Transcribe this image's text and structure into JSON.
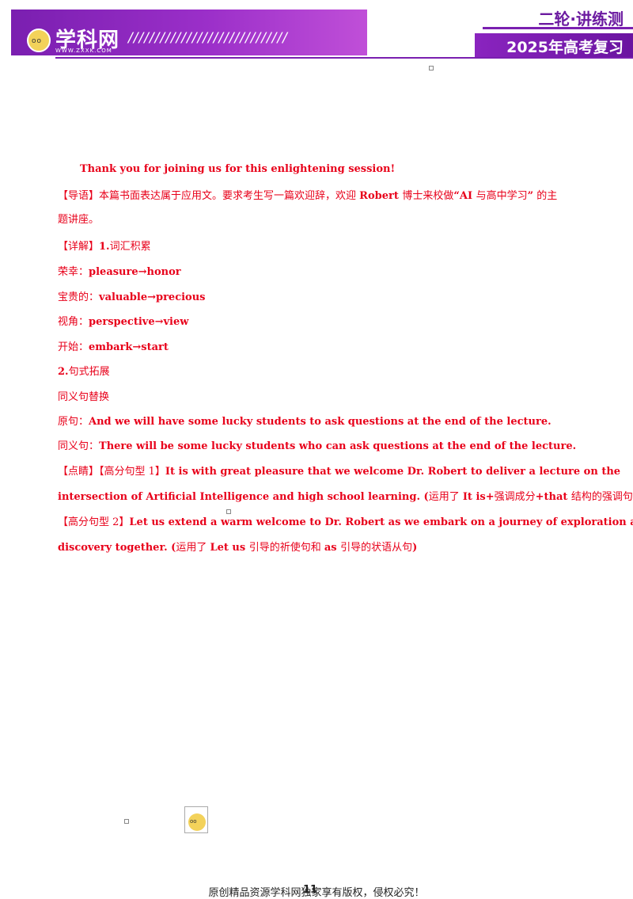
{
  "header": {
    "logo_title": "学科网",
    "logo_url": "WWW.ZXXK.COM",
    "slashes": "//////////////////////////////",
    "series_label": "二轮·讲练测",
    "year_label": "2025年高考复习",
    "brand_color": "#7a1fb0"
  },
  "content": {
    "closing_line": "Thank you for joining us for this enlightening session!",
    "guide": {
      "tag": "【导语】",
      "t1": "本篇书面表达属于应用文。要求考生写一篇欢迎辞，欢迎 ",
      "b1": "Robert ",
      "t2": "博士来校做",
      "b2": "“AI ",
      "t3": "与高中学习",
      "b3": "”",
      "t4": " 的主",
      "line2": "题讲座。"
    },
    "detail": {
      "tag": "【详解】",
      "num": "1.",
      "title": "词汇积累"
    },
    "vocab": [
      {
        "label": "荣幸：",
        "words": "pleasure→honor"
      },
      {
        "label": "宝贵的：",
        "words": "valuable→precious"
      },
      {
        "label": "视角：",
        "words": "perspective→view"
      },
      {
        "label": "开始：",
        "words": "embark→start"
      }
    ],
    "section2": {
      "num": "2.",
      "title": "句式拓展"
    },
    "synonym_heading": "同义句替换",
    "original": {
      "label": "原句：",
      "text": "And we will have some lucky students to ask questions at the end of the lecture."
    },
    "synonym": {
      "label": "同义句：",
      "text": "There will be some lucky students who can ask questions at the end of the lecture."
    },
    "highlight1": {
      "tag1": "【点睛】",
      "tag2": "【高分句型 1】",
      "text_line1": "It is with great pleasure that we welcome Dr. Robert to deliver a lecture on the",
      "text_line2": "intersection of Artificial Intelligence and high school learning. (",
      "note_a": "运用了 ",
      "bold_a": "It is+",
      "note_b": "强调成分",
      "bold_b": "+that ",
      "note_c": "结构的强调句",
      "end": ")"
    },
    "highlight2": {
      "tag": "【高分句型 2】",
      "text_line1": "Let us extend a warm welcome to Dr. Robert as we embark on a journey of exploration and",
      "text_line2": "discovery together. (",
      "note_a": "运用了 ",
      "bold_a": "Let us ",
      "note_b": "引导的祈使句和 ",
      "bold_b": "as ",
      "note_c": "引导的状语从句",
      "end": ")"
    }
  },
  "footer": {
    "text": "原创精品资源学科网独家享有版权，侵权必究！",
    "page_number": "11"
  }
}
